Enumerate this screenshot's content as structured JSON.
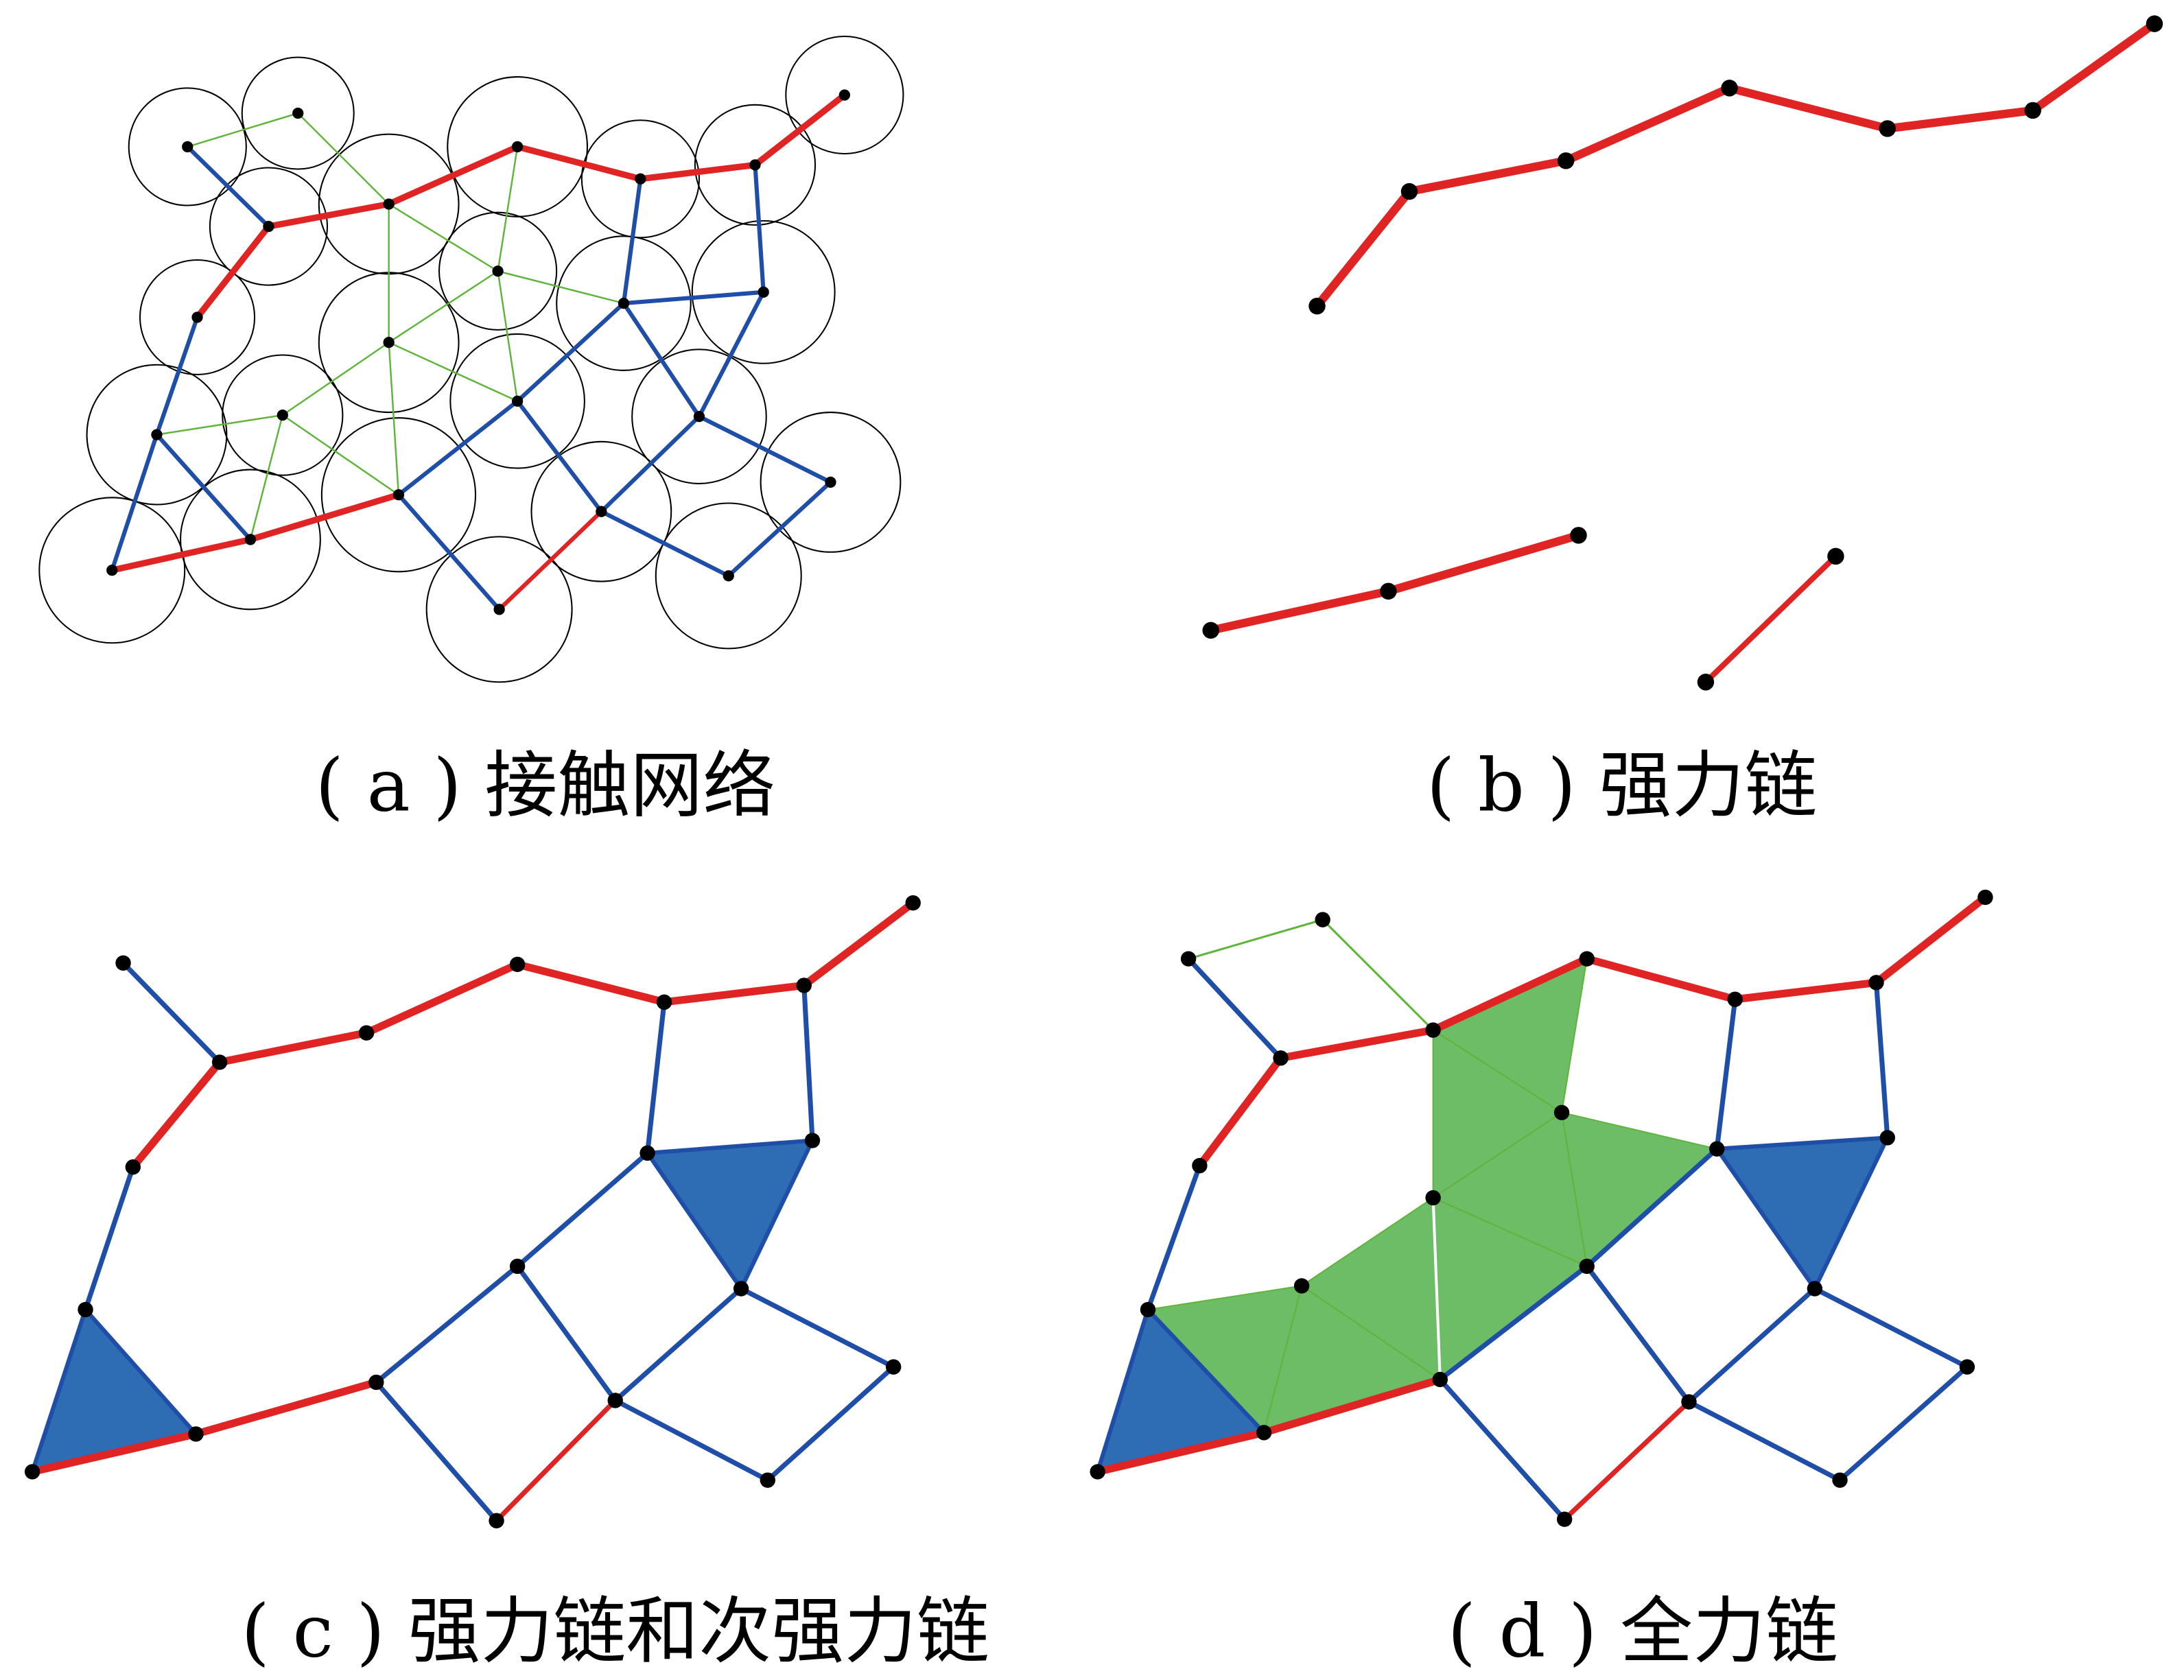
{
  "captions": {
    "a": "( a ) 接触网络",
    "b": "( b ) 强力链",
    "c": "( c ) 强力链和次强力链",
    "d": "( d ) 全力链"
  },
  "legend_colors": {
    "strong_chain": "#e02424",
    "sub_strong_chain": "#1f4ea8",
    "weak_contact": "#5fb53a",
    "stable_triangle_fill": "#2e6db4",
    "full_chain_region_fill": "#6cbd66",
    "particle_outline": "#000000",
    "node": "#000000"
  }
}
